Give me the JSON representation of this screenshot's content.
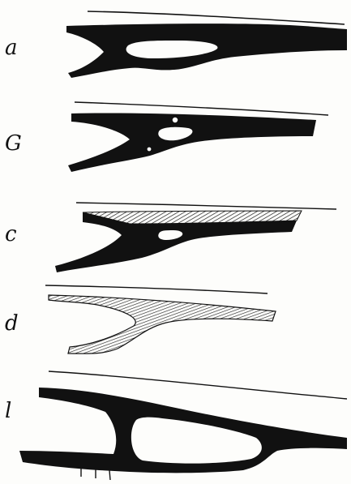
{
  "figure": {
    "panels": [
      {
        "id": "a",
        "label": "a",
        "fill": "solid",
        "lumen": "large"
      },
      {
        "id": "b",
        "label": "G",
        "fill": "solid",
        "lumen": "small"
      },
      {
        "id": "c",
        "label": "c",
        "fill": "solid-with-hatched-top",
        "lumen": "small"
      },
      {
        "id": "d",
        "label": "d",
        "fill": "hatched",
        "lumen": "none"
      },
      {
        "id": "e",
        "label": "l",
        "fill": "solid",
        "lumen": "large-rounded"
      }
    ],
    "colors": {
      "ink": "#111111",
      "paper": "#fdfdfb",
      "hatch": "#1a1a1a"
    }
  }
}
